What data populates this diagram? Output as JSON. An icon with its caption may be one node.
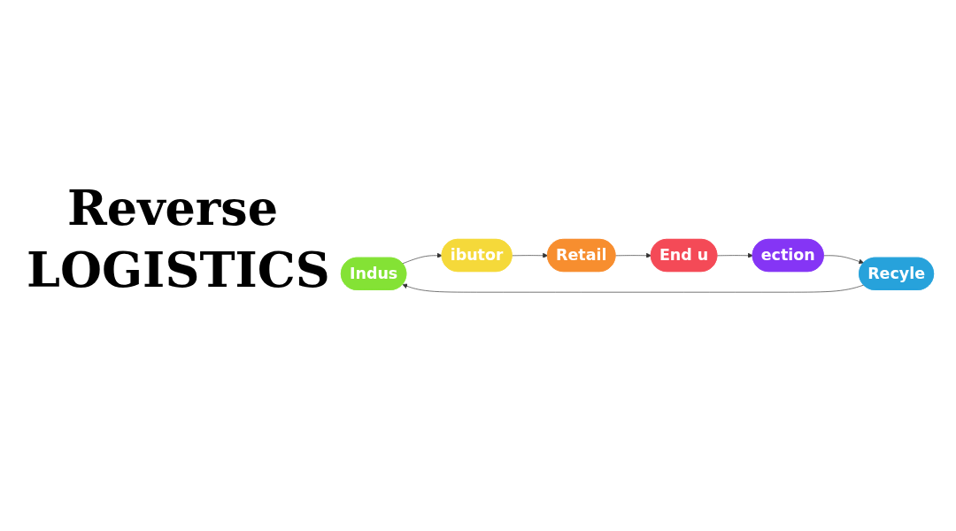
{
  "diagram": {
    "title": "Reverse LOGISTICS",
    "nodes": [
      {
        "text": [
          "Indus"
        ]
      },
      {
        "text": [
          "ibutor"
        ]
      },
      {
        "text": [
          "Retail"
        ]
      },
      {
        "text": [
          "End u"
        ]
      },
      {
        "text": [
          "ection"
        ]
      },
      {
        "text": [
          "Recyle"
        ]
      }
    ],
    "edges": [
      {
        "from": 0,
        "to": 1,
        "arrow": "to"
      },
      {
        "from": 1,
        "to": 2,
        "arrow": "to"
      },
      {
        "from": 2,
        "to": 3,
        "arrow": "to"
      },
      {
        "from": 3,
        "to": 4,
        "arrow": "to"
      },
      {
        "from": 4,
        "to": 5,
        "arrow": "to"
      },
      {
        "from": 5,
        "to": 0,
        "arrow": "to"
      }
    ]
  }
}
